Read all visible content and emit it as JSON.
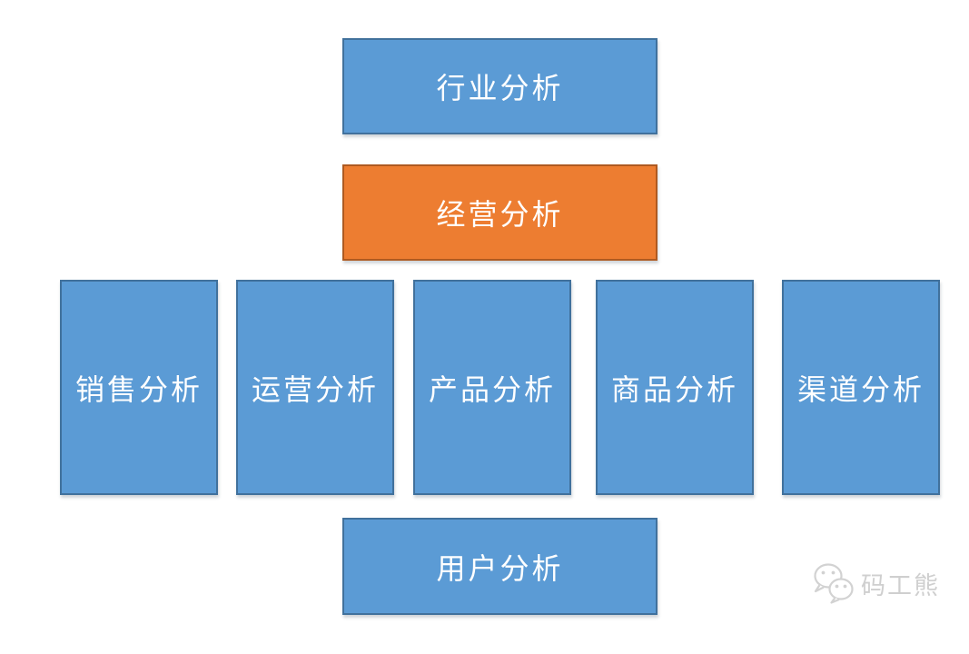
{
  "page": {
    "background": "#ffffff"
  },
  "diagram": {
    "type": "block-hierarchy",
    "colors": {
      "blue_fill": "#5B9BD5",
      "blue_border": "#41719C",
      "orange_fill": "#ED7D31",
      "orange_border": "#AE5A21",
      "label_text": "#FFFFFF"
    },
    "nodes": {
      "industry": {
        "label": "行业分析",
        "variant": "blue"
      },
      "business": {
        "label": "经营分析",
        "variant": "orange"
      },
      "sales": {
        "label": "销售分析",
        "variant": "blue"
      },
      "operations": {
        "label": "运营分析",
        "variant": "blue"
      },
      "product": {
        "label": "产品分析",
        "variant": "blue"
      },
      "merchandise": {
        "label": "商品分析",
        "variant": "blue"
      },
      "channel": {
        "label": "渠道分析",
        "variant": "blue"
      },
      "user": {
        "label": "用户分析",
        "variant": "blue"
      }
    }
  },
  "watermark": {
    "text": "码工熊",
    "icon": "wechat-chat-bubbles-icon",
    "color": "#CFCFCF"
  }
}
